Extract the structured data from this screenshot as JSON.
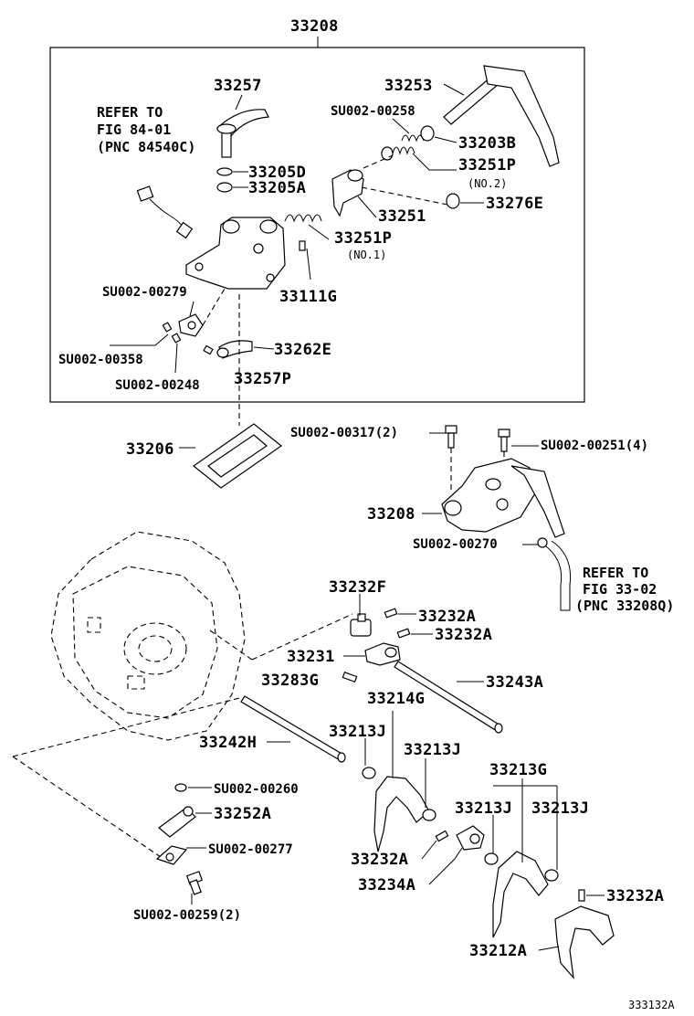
{
  "top_label": "33208",
  "refer_blocks": [
    {
      "lines": [
        "REFER TO",
        "FIG 84-01",
        "(PNC 84540C)"
      ]
    },
    {
      "lines": [
        "REFER TO",
        "FIG 33-02",
        "(PNC 33208Q)"
      ]
    }
  ],
  "labels": {
    "l33257": "33257",
    "l33253": "33253",
    "lsu258": "SU002-00258",
    "l33203b": "33203B",
    "l33205d": "33205D",
    "l33205a": "33205A",
    "l33251p2": "33251P",
    "no2": "(NO.2)",
    "l33276e": "33276E",
    "l33251": "33251",
    "l33251p1": "33251P",
    "no1": "(NO.1)",
    "lsu279": "SU002-00279",
    "l33111g": "33111G",
    "lsu358": "SU002-00358",
    "l33262e": "33262E",
    "lsu248": "SU002-00248",
    "l33257p": "33257P",
    "lsu317": "SU002-00317(2)",
    "lsu251": "SU002-00251(4)",
    "l33206": "33206",
    "l33208b": "33208",
    "lsu270": "SU002-00270",
    "l33232f": "33232F",
    "l33232a1": "33232A",
    "l33232a2": "33232A",
    "l33231": "33231",
    "l33283g": "33283G",
    "l33243a": "33243A",
    "l33214g": "33214G",
    "l33213j1": "33213J",
    "l33213j2": "33213J",
    "l33242h": "33242H",
    "l33213g": "33213G",
    "l33213j3": "33213J",
    "l33213j4": "33213J",
    "lsu260": "SU002-00260",
    "l33252a": "33252A",
    "lsu277": "SU002-00277",
    "l33232a3": "33232A",
    "l33234a": "33234A",
    "l33232a4": "33232A",
    "lsu259": "SU002-00259(2)",
    "l33212a": "33212A"
  },
  "footer_code": "333132A"
}
